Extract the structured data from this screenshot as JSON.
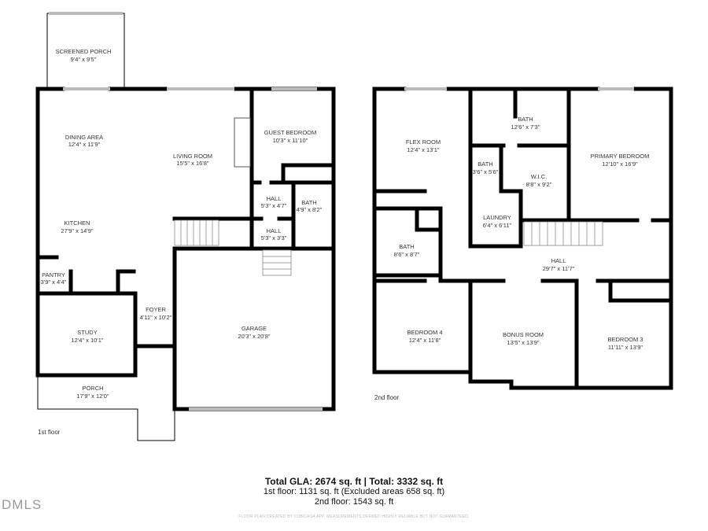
{
  "first_floor": {
    "label": "1st floor",
    "rooms": [
      {
        "name": "SCREENED PORCH",
        "dims": "9'4\" x 9'5\""
      },
      {
        "name": "DINING AREA",
        "dims": "12'4\" x 11'9\""
      },
      {
        "name": "LIVING ROOM",
        "dims": "15'5\" x 16'8\""
      },
      {
        "name": "GUEST BEDROOM",
        "dims": "10'3\" x 11'10\""
      },
      {
        "name": "HALL",
        "dims": "5'3\" x 4'7\""
      },
      {
        "name": "BATH",
        "dims": "4'9\" x 8'2\""
      },
      {
        "name": "KITCHEN",
        "dims": "27'9\" x 14'9\""
      },
      {
        "name": "HALL",
        "dims": "5'3\" x 3'3\""
      },
      {
        "name": "PANTRY",
        "dims": "3'9\" x 4'4\""
      },
      {
        "name": "FOYER",
        "dims": "4'11\" x 10'2\""
      },
      {
        "name": "STUDY",
        "dims": "12'4\" x 10'1\""
      },
      {
        "name": "GARAGE",
        "dims": "20'3\" x 20'8\""
      },
      {
        "name": "PORCH",
        "dims": "17'9\" x 12'0\""
      }
    ]
  },
  "second_floor": {
    "label": "2nd floor",
    "rooms": [
      {
        "name": "FLEX ROOM",
        "dims": "12'4\" x 13'1\""
      },
      {
        "name": "BATH",
        "dims": "12'6\" x 7'3\""
      },
      {
        "name": "PRIMARY BEDROOM",
        "dims": "12'10\" x 16'9\""
      },
      {
        "name": "BATH",
        "dims": "3'6\" x 5'6\""
      },
      {
        "name": "W.I.C.",
        "dims": "8'8\" x 9'2\""
      },
      {
        "name": "LAUNDRY",
        "dims": "6'4\" x 6'11\""
      },
      {
        "name": "BATH",
        "dims": "8'6\" x 8'7\""
      },
      {
        "name": "HALL",
        "dims": "29'7\" x 11'7\""
      },
      {
        "name": "BEDROOM 4",
        "dims": "12'4\" x 11'8\""
      },
      {
        "name": "BONUS ROOM",
        "dims": "13'5\" x 13'9\""
      },
      {
        "name": "BEDROOM 3",
        "dims": "11'11\" x 13'9\""
      }
    ]
  },
  "summary": {
    "total": "Total GLA: 2674 sq. ft | Total: 3332 sq. ft",
    "first": "1st floor: 1131 sq. ft (Excluded areas 658 sq. ft)",
    "second": "2nd floor: 1543 sq. ft",
    "disclaimer": "FLOOR PLAN CREATED BY CUBICASA APP. MEASUREMENTS DEEMED HIGHLY RELIABLE BUT NOT GUARANTEED."
  },
  "logo": "DMLS"
}
